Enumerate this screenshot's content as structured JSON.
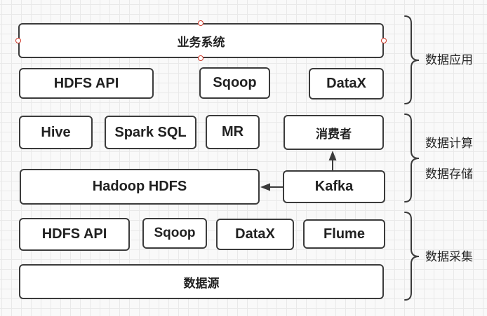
{
  "diagram": {
    "boxes": {
      "biz_system": {
        "label": "业务系统"
      },
      "hdfs_api_app": {
        "label": "HDFS API"
      },
      "sqoop_app": {
        "label": "Sqoop"
      },
      "datax_app": {
        "label": "DataX"
      },
      "hive": {
        "label": "Hive"
      },
      "spark_sql": {
        "label": "Spark SQL"
      },
      "mr": {
        "label": "MR"
      },
      "consumer": {
        "label": "消费者"
      },
      "hadoop_hdfs": {
        "label": "Hadoop HDFS"
      },
      "kafka": {
        "label": "Kafka"
      },
      "hdfs_api_collect": {
        "label": "HDFS API"
      },
      "sqoop_collect": {
        "label": "Sqoop"
      },
      "datax_collect": {
        "label": "DataX"
      },
      "flume": {
        "label": "Flume"
      },
      "data_source": {
        "label": "数据源"
      }
    },
    "section_labels": {
      "application": "数据应用",
      "computing": "数据计算",
      "storage": "数据存储",
      "collection": "数据采集"
    },
    "edges": [
      {
        "from": "kafka",
        "to": "hadoop_hdfs",
        "arrow": "left"
      },
      {
        "from": "kafka",
        "to": "consumer",
        "arrow": "up"
      }
    ],
    "colors": {
      "shape_border": "#3b3b3b",
      "shape_fill": "#ffffff",
      "text": "#212121",
      "connection_handle": "#cf3a2b",
      "grid_line": "#e9e9e9",
      "canvas_bg": "#f9f9f9"
    }
  }
}
